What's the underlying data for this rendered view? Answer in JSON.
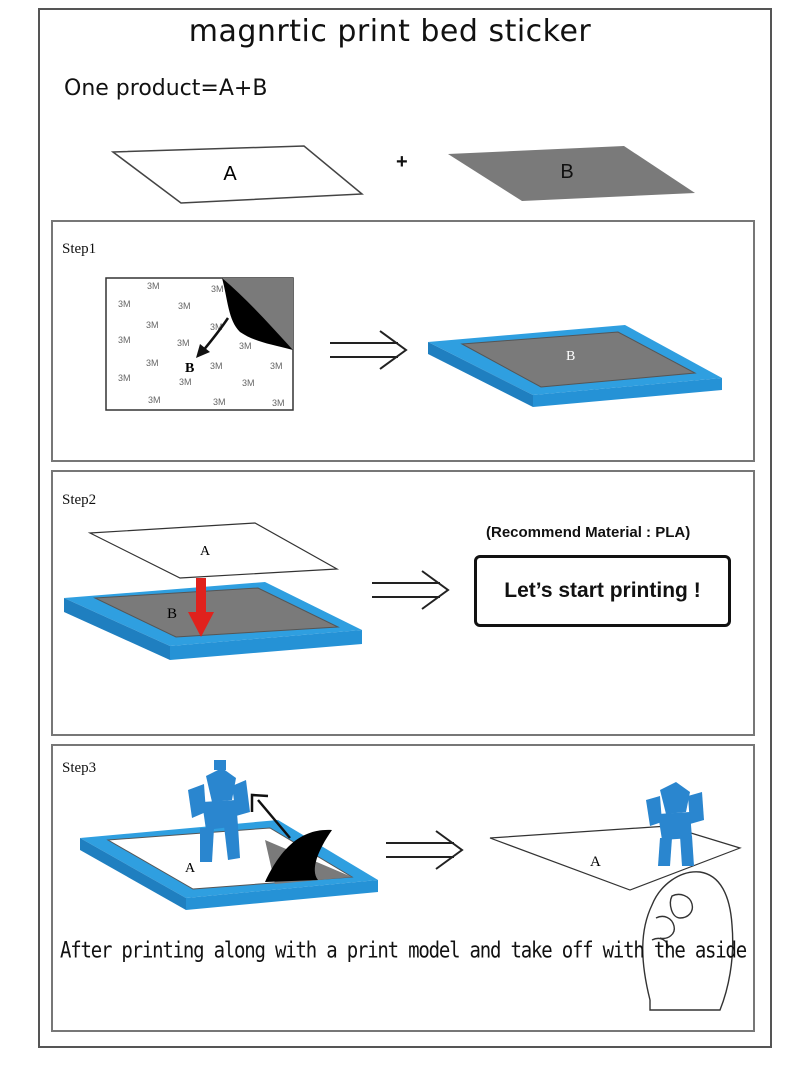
{
  "title": "magnrtic print bed sticker",
  "subtitle": "One product=A+B",
  "plus_sign": "+",
  "sheet_a_label": "A",
  "sheet_b_label": "B",
  "step1": {
    "label": "Step1",
    "backing_text": "3M",
    "sheet_label": "B",
    "result_label": "B"
  },
  "step2": {
    "label": "Step2",
    "top_label": "A",
    "bottom_label": "B",
    "recommend": "(Recommend Material : PLA)",
    "start": "Let’s start printing !"
  },
  "step3": {
    "label": "Step3",
    "bed_label": "A",
    "sheet_label": "A",
    "note": "After printing along with a print model and take off with the aside"
  },
  "colors": {
    "bed_blue": "#2f9fe0",
    "bed_blue_dark": "#1f7fc0",
    "sheet_gray": "#7a7a7a",
    "arrow_red": "#e0221d",
    "model_blue": "#2a86cf"
  }
}
